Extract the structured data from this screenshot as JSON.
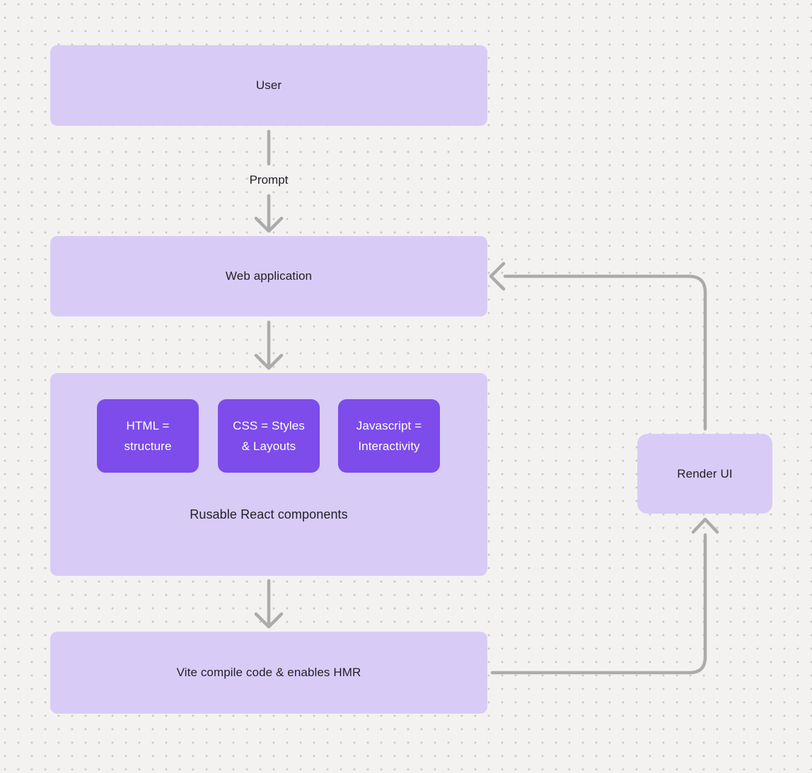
{
  "canvas": {
    "colors": {
      "background": "#f3f2f1",
      "dot": "#c9c7c5",
      "node_fill": "#d8ccf6",
      "chip_fill": "#7d4cea",
      "chip_text": "#ffffff",
      "arrow": "#ababab",
      "text": "#211f26"
    }
  },
  "nodes": {
    "user": {
      "label": "User"
    },
    "web_application": {
      "label": "Web application"
    },
    "components_group": {
      "chips": [
        {
          "line1": "HTML =",
          "line2": "structure"
        },
        {
          "line1": "CSS = Styles",
          "line2": "& Layouts"
        },
        {
          "line1": "Javascript =",
          "line2": "Interactivity"
        }
      ],
      "caption": "Rusable React components"
    },
    "vite": {
      "label": "Vite compile code & enables HMR"
    },
    "render_ui": {
      "label": "Render UI"
    }
  },
  "edges": {
    "user_to_web_label": "Prompt"
  }
}
